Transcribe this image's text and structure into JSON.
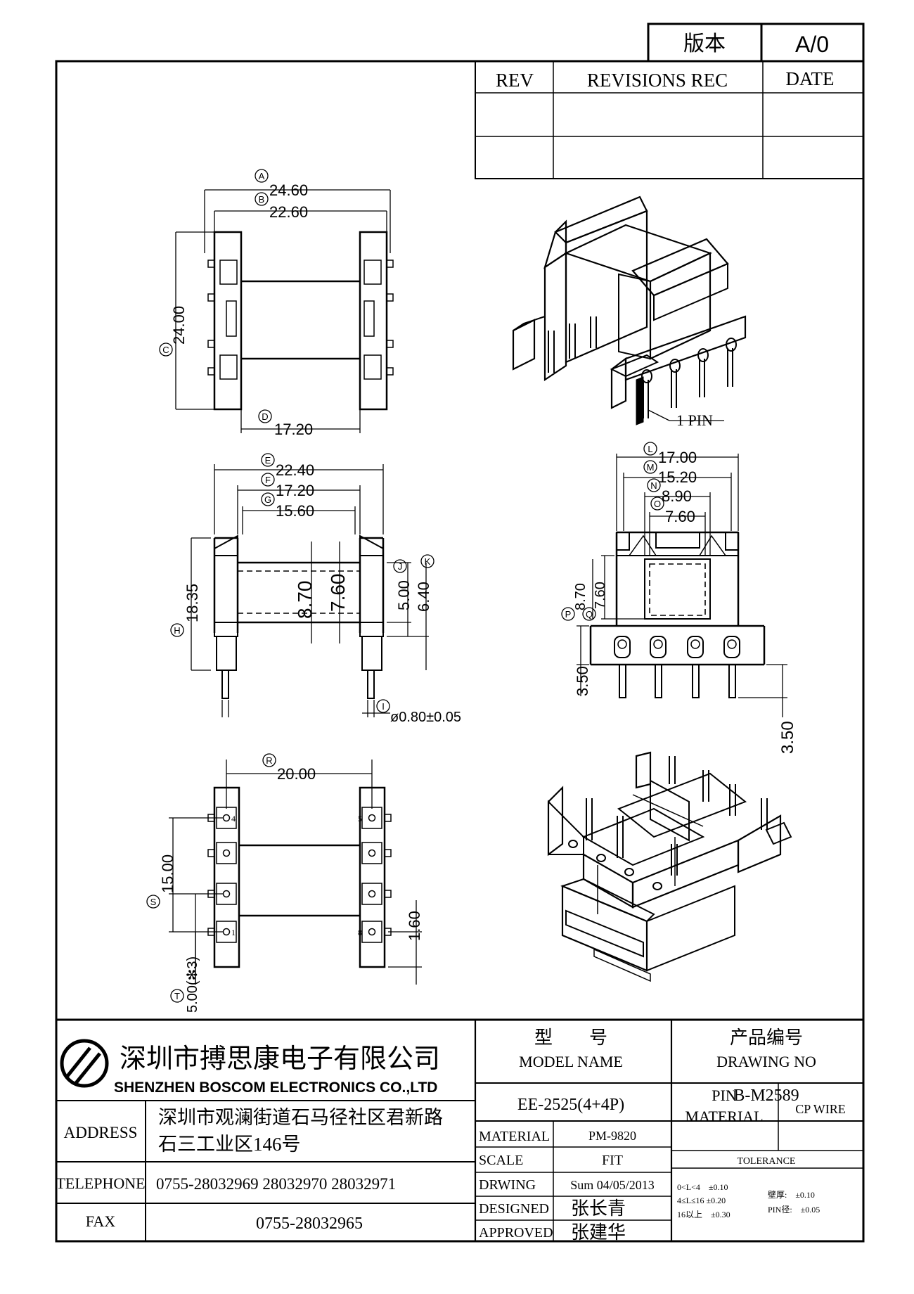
{
  "revision_box": {
    "version_label": "版本",
    "version_value": "A/0"
  },
  "revision_table": {
    "headers": [
      "REV",
      "REVISIONS REC",
      "DATE"
    ]
  },
  "dims": {
    "A": "24.60",
    "B": "22.60",
    "C": "24.00",
    "D": "17.20",
    "E": "22.40",
    "F": "17.20",
    "G": "15.60",
    "H": "18.35",
    "H_inner1": "8.70",
    "H_inner2": "7.60",
    "I": "ø0.80±0.05",
    "J": "5.00",
    "K": "6.40",
    "L": "17.00",
    "M": "15.20",
    "N": "8.90",
    "O": "7.60",
    "P": "8.70",
    "Q": "7.60",
    "pin_len_left": "3.50",
    "pin_len_right": "3.50",
    "R": "20.00",
    "S": "15.00",
    "T": "5.00(✻3)",
    "pitch_small": "1.60"
  },
  "bubbles": {
    "A": "A",
    "B": "B",
    "C": "C",
    "D": "D",
    "E": "E",
    "F": "F",
    "G": "G",
    "H": "H",
    "I": "I",
    "J": "J",
    "K": "K",
    "L": "L",
    "M": "M",
    "N": "N",
    "O": "O",
    "P": "P",
    "Q": "Q",
    "R": "R",
    "S": "S",
    "T": "T"
  },
  "pin_labels": {
    "p1": "1",
    "p4": "4",
    "p5": "5",
    "p8": "8",
    "pin1_callout": "1 PIN"
  },
  "title_block": {
    "company_cn": "深圳市搏思康电子有限公司",
    "company_en": "SHENZHEN BOSCOM ELECTRONICS CO.,LTD",
    "model_label_cn": "型　　号",
    "model_label_en": "MODEL NAME",
    "model_value": "EE-2525(4+4P)",
    "drawing_label_cn": "产品编号",
    "drawing_label_en": "DRAWING NO",
    "drawing_value": "B-M2589",
    "address_label": "ADDRESS",
    "address_line1": "深圳市观澜街道石马径社区君新路",
    "address_line2": "石三工业区146号",
    "telephone_label": "TELEPHONE",
    "telephone_value": "0755-28032969 28032970 28032971",
    "fax_label": "FAX",
    "fax_value": "0755-28032965",
    "material_label": "MATERIAL",
    "material_value": "PM-9820",
    "scale_label": "SCALE",
    "scale_value": "FIT",
    "drawing_by_label": "DRWING",
    "drawing_by_value": "Sum 04/05/2013",
    "designed_label": "DESIGNED",
    "designed_value": "张长青",
    "approved_label": "APPROVED",
    "approved_value": "张建华",
    "pin_material_label1": "PIN",
    "pin_material_label2": "MATERIAL",
    "pin_material_value": "CP WIRE",
    "tolerance_label": "TOLERANCE",
    "tol_1": "0<L<4　±0.10",
    "tol_2": "4≤L≤16 ±0.20",
    "tol_3": "16以上　±0.30",
    "tol_wall": "壁厚:　±0.10",
    "tol_pin": "PIN径:　±0.05"
  }
}
